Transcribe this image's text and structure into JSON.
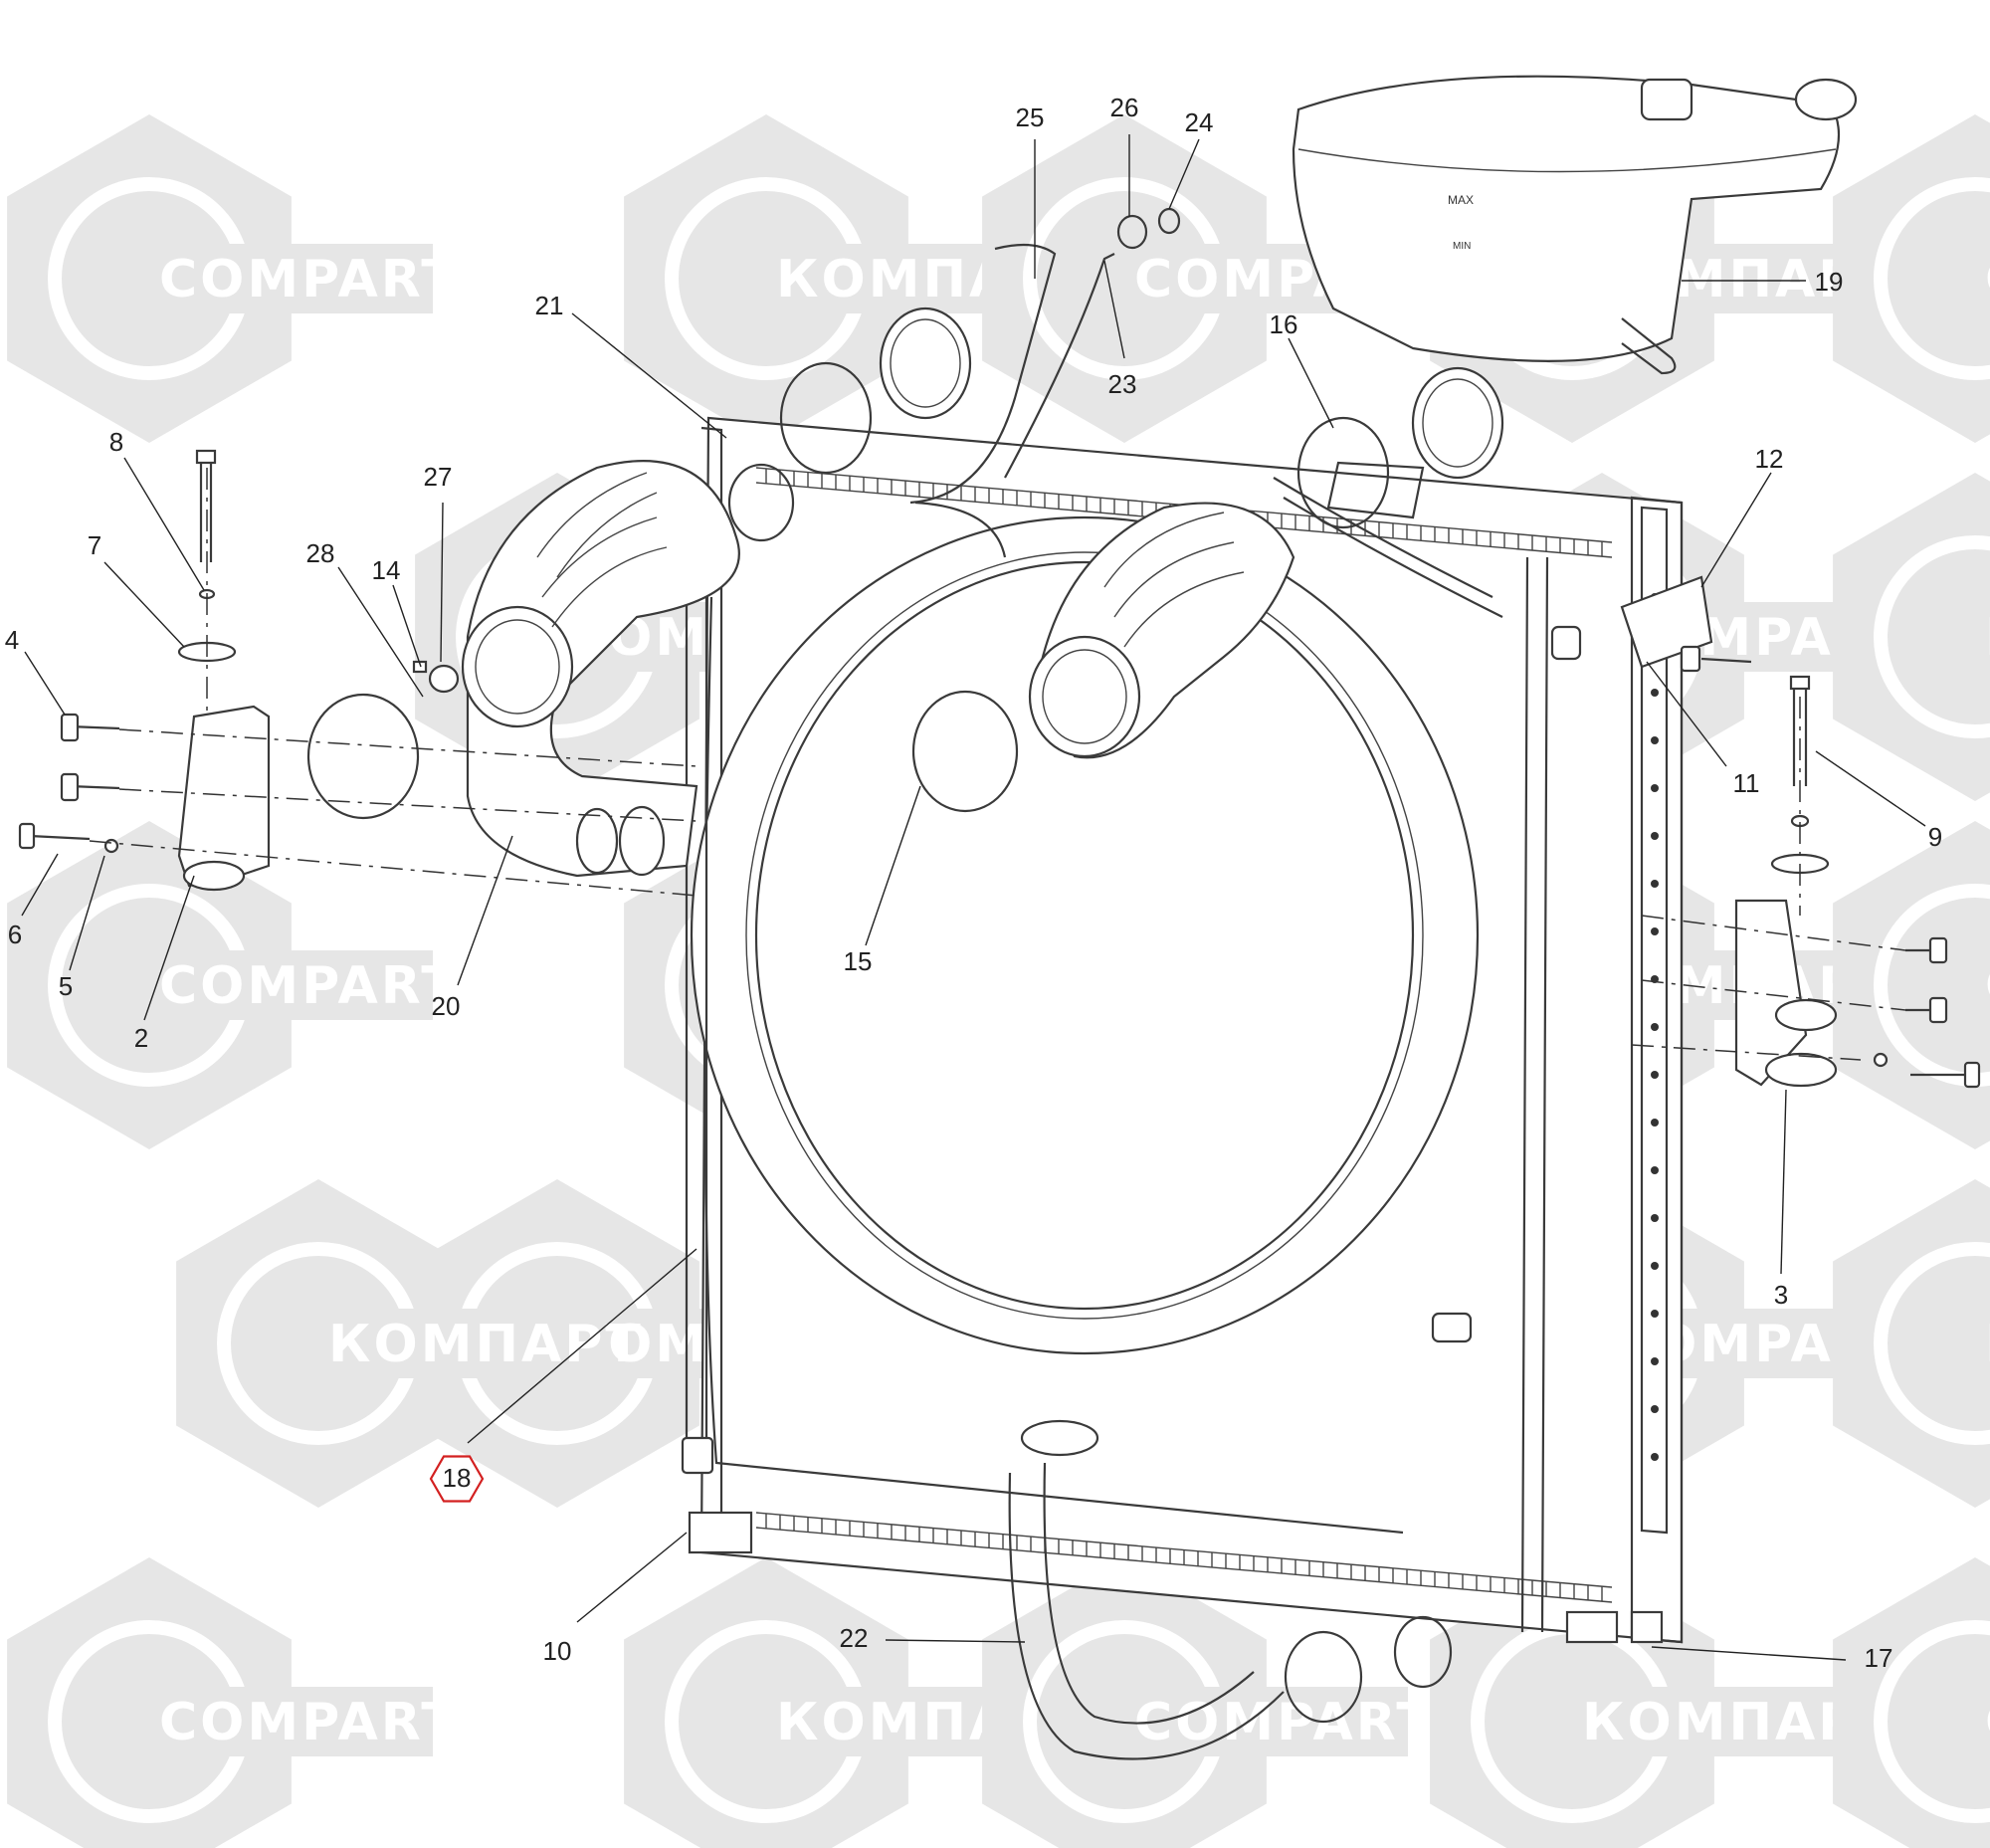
{
  "watermark": {
    "latin": "COMPART",
    "cyrillic": "КОМПАРТ",
    "tile_color": "#e6e6e6"
  },
  "highlight_color": "#d32020",
  "callouts": [
    {
      "id": "c2",
      "label": "2"
    },
    {
      "id": "c3",
      "label": "3"
    },
    {
      "id": "c4",
      "label": "4"
    },
    {
      "id": "c5",
      "label": "5"
    },
    {
      "id": "c6",
      "label": "6"
    },
    {
      "id": "c7",
      "label": "7"
    },
    {
      "id": "c8",
      "label": "8"
    },
    {
      "id": "c9",
      "label": "9"
    },
    {
      "id": "c10",
      "label": "10"
    },
    {
      "id": "c11",
      "label": "11"
    },
    {
      "id": "c12",
      "label": "12"
    },
    {
      "id": "c14",
      "label": "14"
    },
    {
      "id": "c15",
      "label": "15"
    },
    {
      "id": "c16",
      "label": "16"
    },
    {
      "id": "c17",
      "label": "17"
    },
    {
      "id": "c18",
      "label": "18",
      "highlighted": true
    },
    {
      "id": "c19",
      "label": "19"
    },
    {
      "id": "c20",
      "label": "20"
    },
    {
      "id": "c21",
      "label": "21"
    },
    {
      "id": "c22",
      "label": "22"
    },
    {
      "id": "c23",
      "label": "23"
    },
    {
      "id": "c24",
      "label": "24"
    },
    {
      "id": "c25",
      "label": "25"
    },
    {
      "id": "c26",
      "label": "26"
    },
    {
      "id": "c27",
      "label": "27"
    },
    {
      "id": "c28",
      "label": "28"
    }
  ],
  "tank_markings": {
    "max": "MAX",
    "min": "MIN"
  }
}
